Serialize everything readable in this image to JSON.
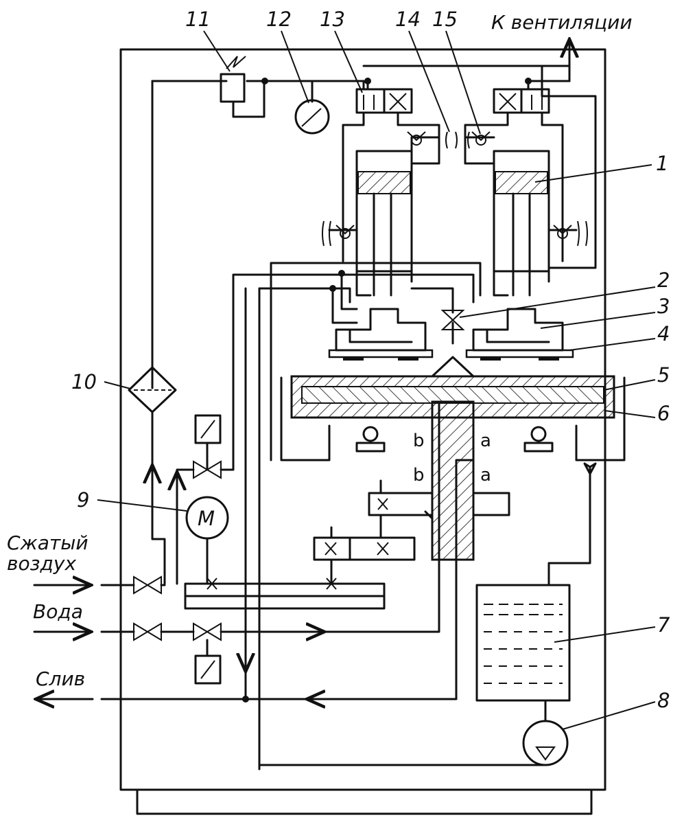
{
  "labels": {
    "ventilation": "К вентиляции",
    "air_line1": "Сжатый",
    "air_line2": "воздух",
    "water": "Вода",
    "drain": "Слив",
    "motor": "M",
    "part_a": "a",
    "part_b": "b"
  },
  "callouts": [
    "1",
    "2",
    "3",
    "4",
    "5",
    "6",
    "7",
    "8",
    "9",
    "10",
    "11",
    "12",
    "13",
    "14",
    "15"
  ]
}
